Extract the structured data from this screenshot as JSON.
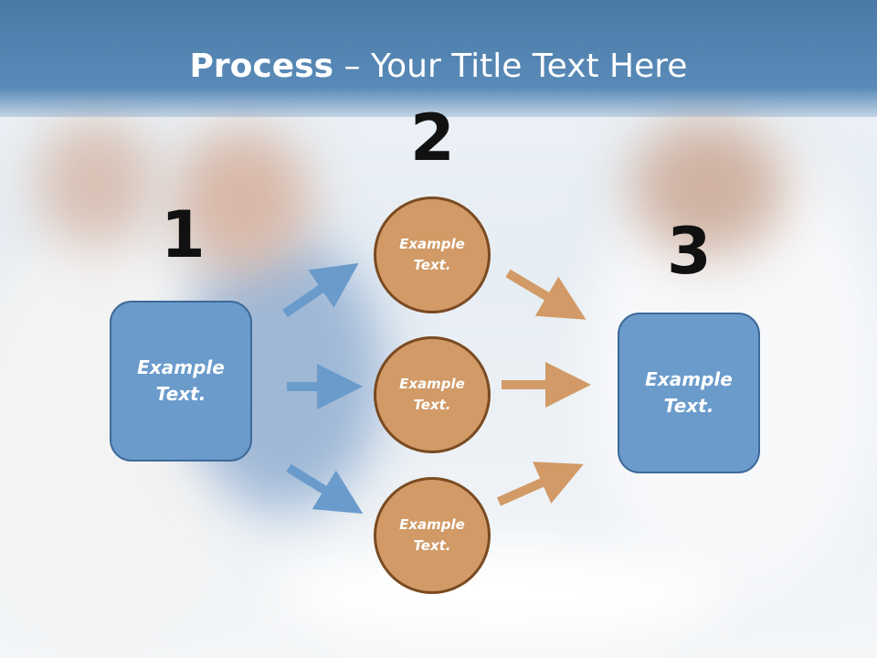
{
  "title": {
    "bold": "Process",
    "rest": " – Your Title Text Here"
  },
  "steps": {
    "step1": {
      "number": "1",
      "text": "Example\nText."
    },
    "step2": {
      "number": "2",
      "circles": [
        "Example\nText.",
        "Example\nText.",
        "Example\nText."
      ]
    },
    "step3": {
      "number": "3",
      "text": "Example\nText."
    }
  },
  "colors": {
    "blue": "#6a9bcb",
    "orange": "#d19a66",
    "title_bar": "#4a79a6"
  }
}
